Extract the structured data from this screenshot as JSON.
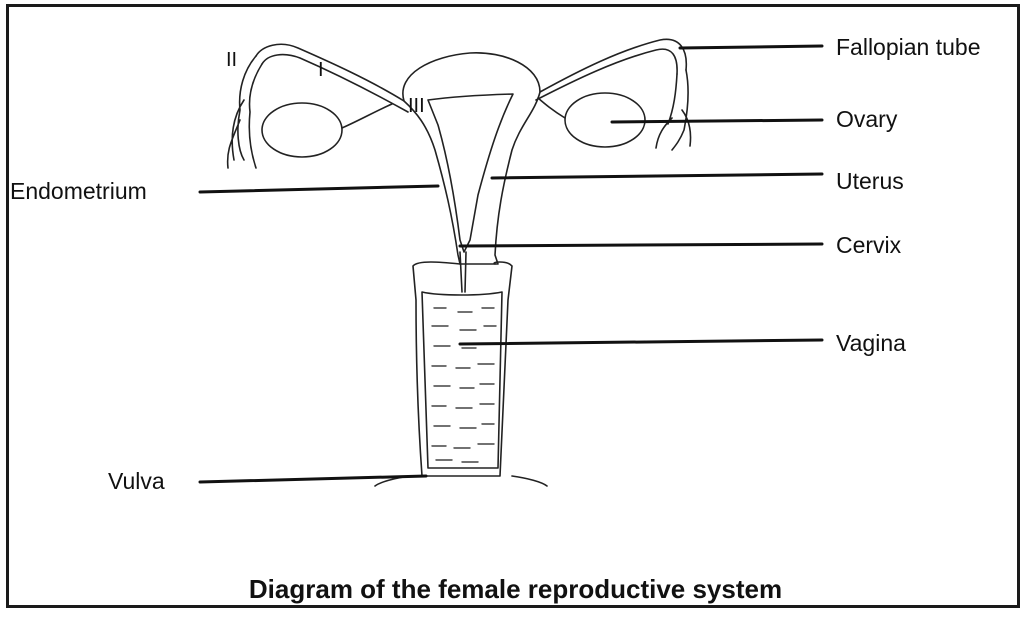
{
  "title": "Diagram of the female reproductive system",
  "labels": {
    "fallopian_tube": "Fallopian tube",
    "ovary": "Ovary",
    "uterus": "Uterus",
    "cervix": "Cervix",
    "vagina": "Vagina",
    "endometrium": "Endometrium",
    "vulva": "Vulva"
  },
  "markers": {
    "one": "I",
    "two": "II",
    "three": "III"
  }
}
